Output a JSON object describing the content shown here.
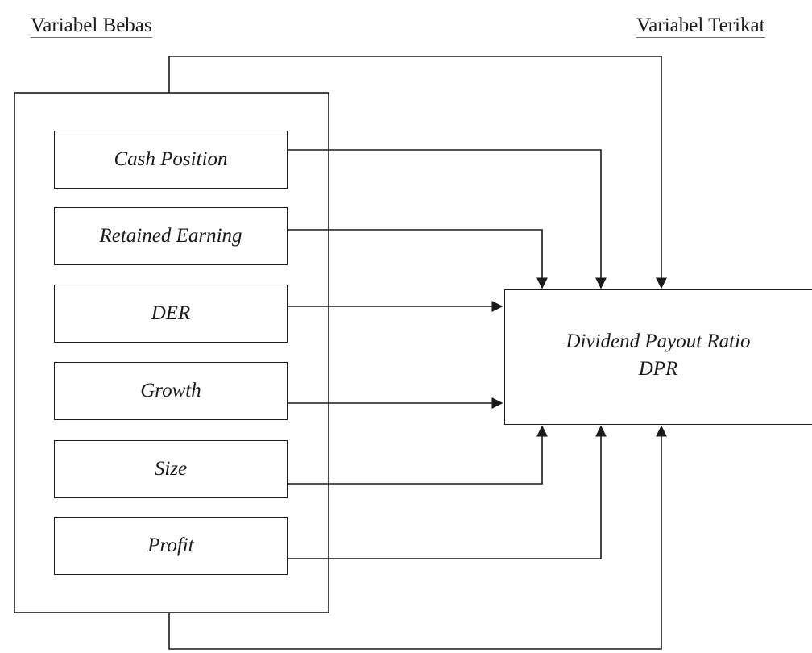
{
  "headings": {
    "independent": "Variabel Bebas",
    "dependent": "Variabel Terikat"
  },
  "independent_variables": [
    "Cash Position",
    "Retained Earning",
    "DER",
    "Growth",
    "Size",
    "Profit"
  ],
  "dependent_variable": {
    "name": "Dividend Payout Ratio",
    "abbreviation": "DPR"
  },
  "colors": {
    "line": "#1a1a1a",
    "background": "#ffffff"
  }
}
